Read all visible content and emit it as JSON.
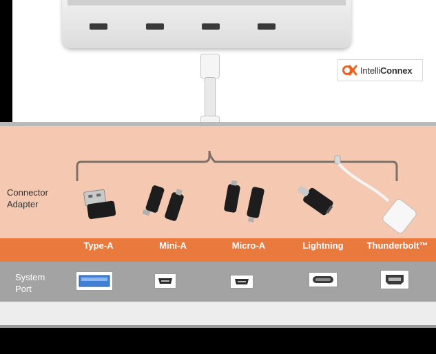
{
  "brand": {
    "name_light": "Intelli",
    "name_bold": "Connex"
  },
  "row_labels": {
    "connector_adapter_line1": "Connector",
    "connector_adapter_line2": "Adapter",
    "system_port_line1": "System",
    "system_port_line2": "Port"
  },
  "connectors": [
    {
      "label": "Type-A",
      "icon": "usb-type-a-adapter-icon"
    },
    {
      "label": "Mini-A",
      "icon": "mini-a-adapter-icon"
    },
    {
      "label": "Micro-A",
      "icon": "micro-a-adapter-icon"
    },
    {
      "label": "Lightning",
      "icon": "lightning-adapter-icon"
    },
    {
      "label": "Thunderbolt™",
      "icon": "thunderbolt-adapter-icon"
    }
  ],
  "colors": {
    "peach": "#f5c9b1",
    "orange": "#e9793c",
    "grey": "#a3a3a3",
    "usb_blue": "#3f7fd6",
    "logo_orange": "#e8641e"
  }
}
